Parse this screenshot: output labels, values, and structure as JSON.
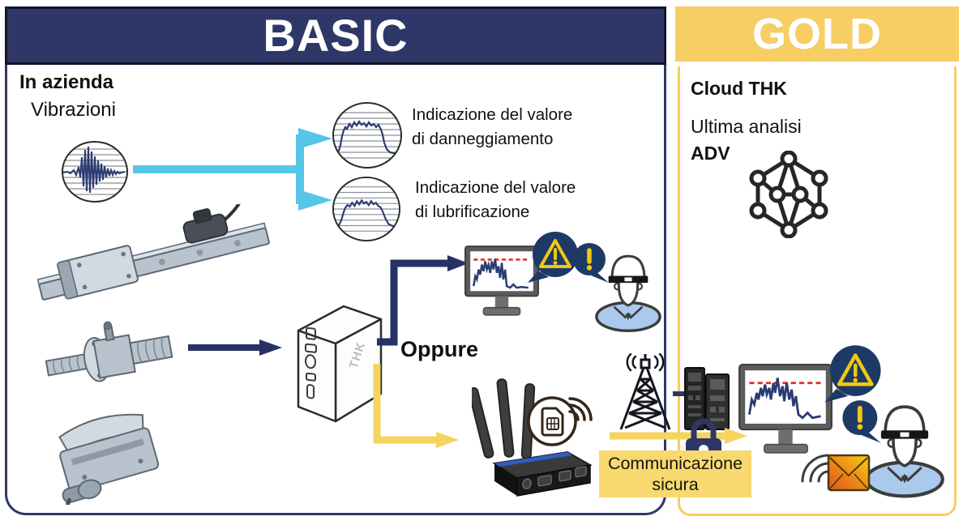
{
  "basic": {
    "title": "BASIC",
    "location_label": "In azienda",
    "signal_label": "Vibrazioni",
    "damage_caption": {
      "line1": "Indicazione del valore",
      "line2": "di danneggiamento"
    },
    "lubrication_caption": {
      "line1": "Indicazione del valore",
      "line2": "di lubrificazione"
    },
    "or_label": "Oppure",
    "device_label": "THK"
  },
  "secure_comm": {
    "line1": "Communicazione",
    "line2": "sicura"
  },
  "gold": {
    "title": "GOLD",
    "cloud_label": "Cloud THK",
    "analysis_label": "Ultima analisi",
    "adv_label": "ADV"
  },
  "colors": {
    "navy": "#2e3767",
    "navy_arrow": "#263168",
    "navy_bubble": "#1d3a66",
    "gold": "#f6ce63",
    "yellow_arrow": "#f5d45f",
    "comm_box": "#f7d96f",
    "cyan": "#55c6e8",
    "alert_red": "#e8302a",
    "wave_navy": "#2c3c72",
    "tri_yellow": "#f2c713",
    "shirt_blue": "#abc9ec"
  },
  "icons": {
    "vibration-waveform-icon": "seismic waveform inside circle",
    "damage-gauge-icon": "trend chart inside circle",
    "lubrication-gauge-icon": "trend chart inside circle",
    "linear-guide-icon": "linear guide rail with sensor",
    "ball-screw-icon": "ball screw with nut",
    "actuator-icon": "linear actuator",
    "data-logger-icon": "white THK logger box with ports",
    "monitor-icon": "monitor with threshold alarm chart",
    "warning-triangle-bubble-icon": "speech bubble with warning triangle",
    "exclamation-bubble-icon": "speech bubble with exclamation mark",
    "worker-icon": "operator with hard hat",
    "router-icon": "industrial router with three antennas",
    "sim-wireless-icon": "SIM card in circle with wifi waves",
    "cell-tower-icon": "radio lattice tower",
    "server-icon": "server racks",
    "lock-icon": "padlock on secure link",
    "network-graph-icon": "connected nodes graph",
    "signal-waves-icon": "radio arcs",
    "email-icon": "envelope notification"
  }
}
